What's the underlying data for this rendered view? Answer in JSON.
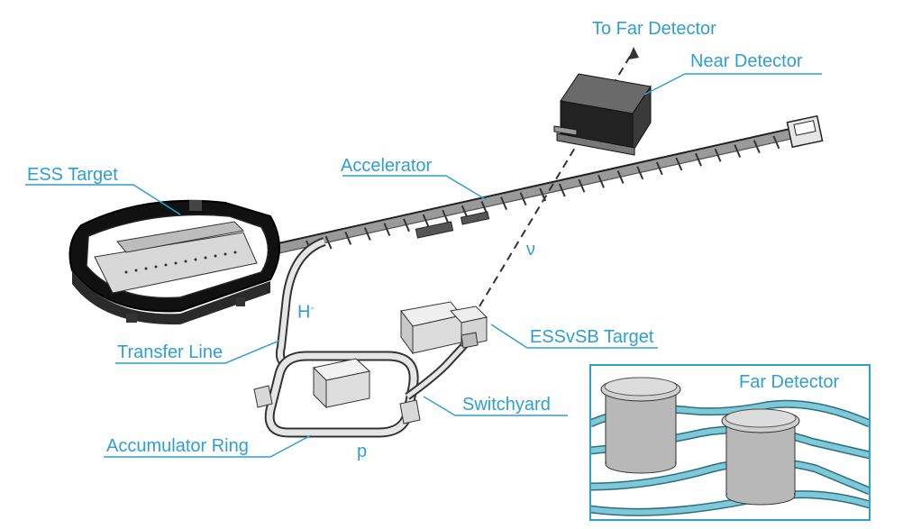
{
  "labels": {
    "to_far_detector": "To Far Detector",
    "near_detector": "Near Detector",
    "ess_target": "ESS Target",
    "accelerator": "Accelerator",
    "neutrino": "ν",
    "h_minus": "H",
    "h_minus_sup": "-",
    "transfer_line": "Transfer Line",
    "essvsb_target": "ESSvSB Target",
    "far_detector": "Far Detector",
    "switchyard": "Switchyard",
    "accumulator_ring": "Accumulator Ring",
    "proton": "p"
  },
  "colors": {
    "label": "#2f9fd3",
    "pipe": "#7ec8d8",
    "metal_gray": "#c8c8c8",
    "dark": "#1a1a1a"
  }
}
